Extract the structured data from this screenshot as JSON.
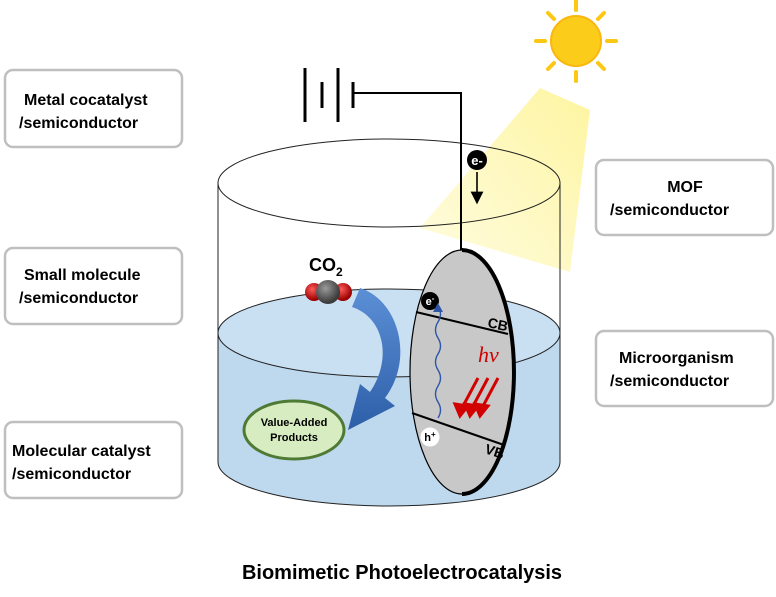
{
  "title": "Biomimetic Photoelectrocatalysis",
  "side_boxes": {
    "metal_cocatalyst": [
      "Metal cocatalyst",
      "/semiconductor"
    ],
    "small_molecule": [
      "Small molecule",
      "/semiconductor"
    ],
    "molecular_catalyst": [
      "Molecular catalyst",
      "/semiconductor"
    ],
    "mof": [
      "MOF",
      "/semiconductor"
    ],
    "microorganism": [
      "Microorganism",
      "/semiconductor"
    ]
  },
  "electron_label": "e-",
  "co2_label": {
    "main": "CO",
    "sub": "2"
  },
  "products_label": [
    "Value-Added",
    "Products"
  ],
  "electrode": {
    "cb_label": "CB",
    "vb_label": "VB",
    "electron": "e",
    "electron_sup": "-",
    "hole": "h",
    "hole_sup": "+",
    "photon_label": "hν"
  },
  "colors": {
    "water": "#bed8ee",
    "electrode": "#c8c8c8",
    "sun": "#fccc1a",
    "light_beam": "#fdf7a8",
    "products_fill": "#d7ecc0",
    "products_border": "#4f7a35",
    "curved_arrow": "#3b6fb6",
    "photon_arrows": "#d20000",
    "box_border": "#bfbfbf"
  }
}
